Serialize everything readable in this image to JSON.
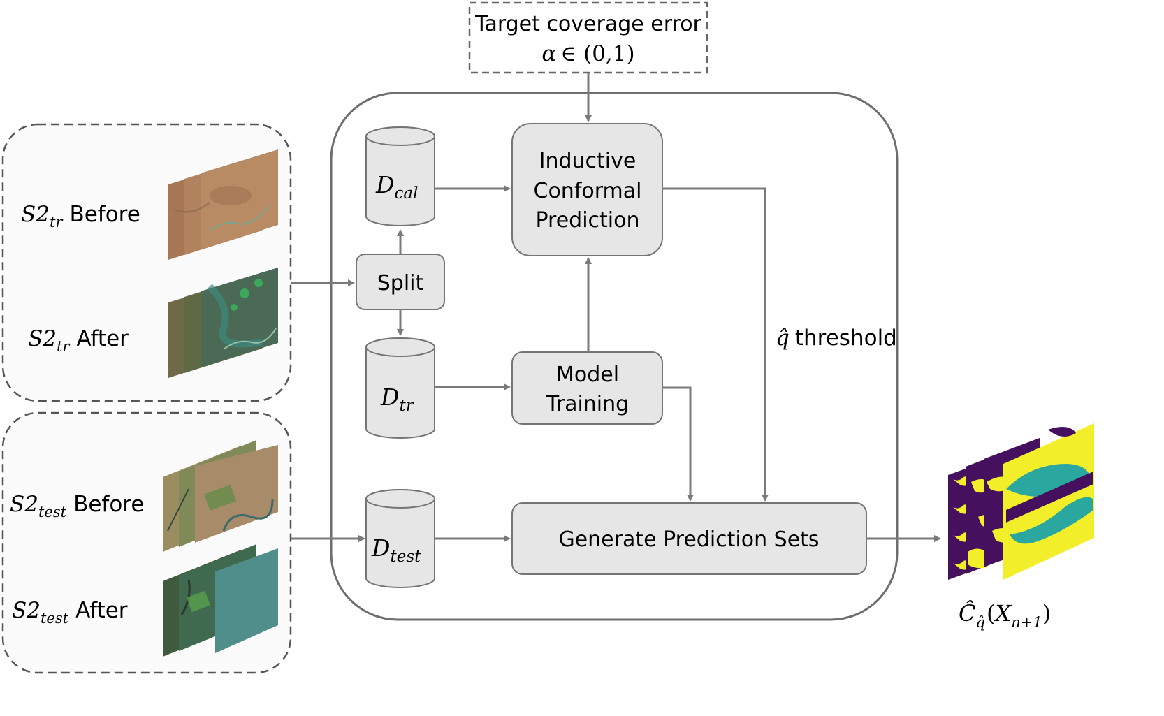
{
  "colors": {
    "box_fill": "#e6e6e6",
    "box_stroke": "#757575",
    "arrow": "#7a7a7a",
    "mask_purple": "#45105e",
    "mask_yellow": "#f2ef2a",
    "mask_teal": "#2aa8a0"
  },
  "target": {
    "title": "Target coverage error",
    "alpha_symbol": "α",
    "alpha_range": "∈ (0,1)"
  },
  "inputs": {
    "train_before": {
      "base": "S2",
      "sub": "tr",
      "label": "Before"
    },
    "train_after": {
      "base": "S2",
      "sub": "tr",
      "label": "After"
    },
    "test_before": {
      "base": "S2",
      "sub": "test",
      "label": "Before"
    },
    "test_after": {
      "base": "S2",
      "sub": "test",
      "label": "After"
    }
  },
  "datasets": {
    "cal": {
      "base": "D",
      "sub": "cal"
    },
    "tr": {
      "base": "D",
      "sub": "tr"
    },
    "test": {
      "base": "D",
      "sub": "test"
    }
  },
  "process": {
    "split": "Split",
    "icp_line1": "Inductive",
    "icp_line2": "Conformal",
    "icp_line3": "Prediction",
    "model_line1": "Model",
    "model_line2": "Training",
    "generate": "Generate Prediction Sets"
  },
  "threshold": {
    "symbol": "q̂",
    "label": "threshold"
  },
  "output": {
    "c": "Ĉ",
    "sub": "q̂",
    "open": "(",
    "x": "X",
    "xsub": "n+1",
    "close": ")"
  }
}
